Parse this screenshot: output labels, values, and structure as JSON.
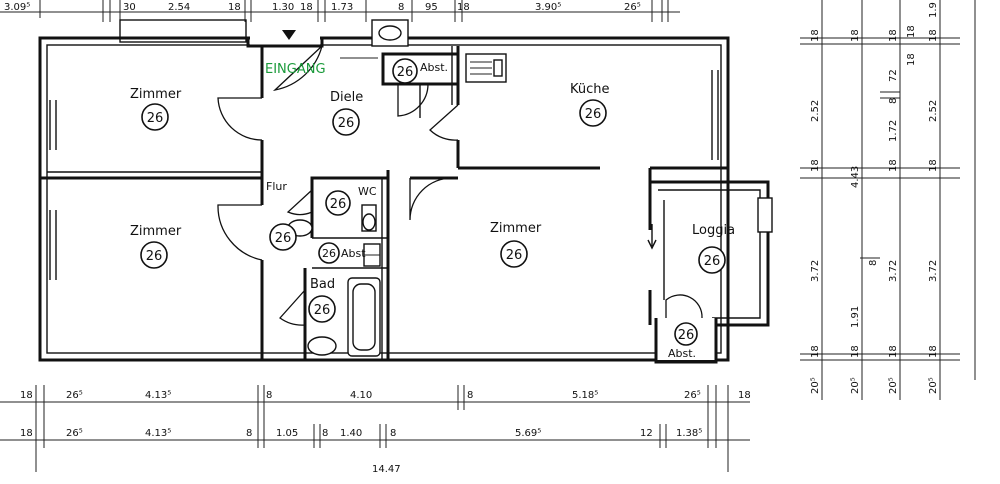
{
  "entrance_label": "EINGANG",
  "area_label": "26",
  "rooms": {
    "zimmer_top_left": "Zimmer",
    "zimmer_bottom_left": "Zimmer",
    "diele": "Diele",
    "kueche": "Küche",
    "flur": "Flur",
    "wc": "WC",
    "abst_top": "Abst.",
    "abst_small": "Abst",
    "bad": "Bad",
    "zimmer_center": "Zimmer",
    "loggia": "Loggia",
    "abst_loggia": "Abst."
  },
  "dims_top": [
    "3.09⁵",
    "30",
    "2.54",
    "18",
    "1.30",
    "18",
    "1.73",
    "8",
    "95",
    "18",
    "3.90⁵",
    "26⁵"
  ],
  "dims_bottom_row1": [
    "18",
    "26⁵",
    "4.13⁵",
    "8",
    "4.10",
    "8",
    "5.18⁵",
    "26⁵",
    "18"
  ],
  "dims_bottom_row2": [
    "18",
    "26⁵",
    "4.13⁵",
    "8",
    "1.05",
    "8",
    "1.40",
    "8",
    "5.69⁵",
    "12",
    "1.38⁵"
  ],
  "dims_bottom_total": "14.47",
  "dims_right_col1": [
    "18",
    "2.52",
    "18",
    "3.72",
    "18",
    "20⁵"
  ],
  "dims_right_col2": [
    "18",
    "4.43",
    "1.91",
    "18",
    "20⁵"
  ],
  "dims_right_col3": [
    "18",
    "72",
    "8",
    "1.72",
    "18",
    "3.72",
    "18",
    "20⁵"
  ],
  "dims_right_col4": [
    "1.9",
    "18",
    "2.52",
    "18",
    "3.72",
    "18",
    "20⁵"
  ],
  "dims_right_misc": [
    "18",
    "8",
    "18"
  ]
}
